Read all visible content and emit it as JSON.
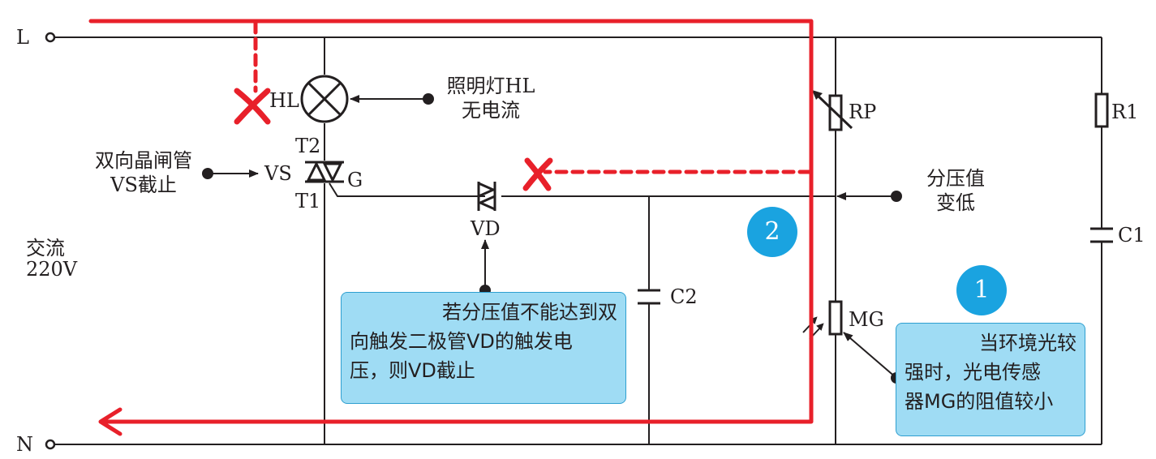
{
  "terminals": {
    "live": "L",
    "neutral": "N"
  },
  "source": {
    "line1": "交流",
    "line2": "220V"
  },
  "components": {
    "lamp": "HL",
    "triac": "VS",
    "triac_t2": "T2",
    "triac_t1": "T1",
    "triac_gate": "G",
    "diac": "VD",
    "cap2": "C2",
    "pot": "RP",
    "photoresistor": "MG",
    "res1": "R1",
    "cap1": "C1"
  },
  "callouts": {
    "lamp": {
      "line1": "照明灯HL",
      "line2": "无电流"
    },
    "triac": {
      "line1": "双向晶闸管",
      "line2": "VS截止"
    },
    "divider": {
      "line1": "分压值",
      "line2": "变低"
    }
  },
  "notes": {
    "diac_note": {
      "line1": "若分压值不能达到双",
      "line2": "向触发二极管VD的触发电",
      "line3": "压，则VD截止"
    },
    "light_note": {
      "line1": "当环境光较",
      "line2": "强时，光电传感",
      "line3": "器MG的阻值较小"
    }
  },
  "badges": {
    "step1": "1",
    "step2": "2"
  },
  "colors": {
    "wire": "#231f20",
    "current_path": "#e8202a",
    "note_fill": "#9fdcf4",
    "note_border": "#2e9fd0",
    "badge": "#1aa3e0"
  }
}
